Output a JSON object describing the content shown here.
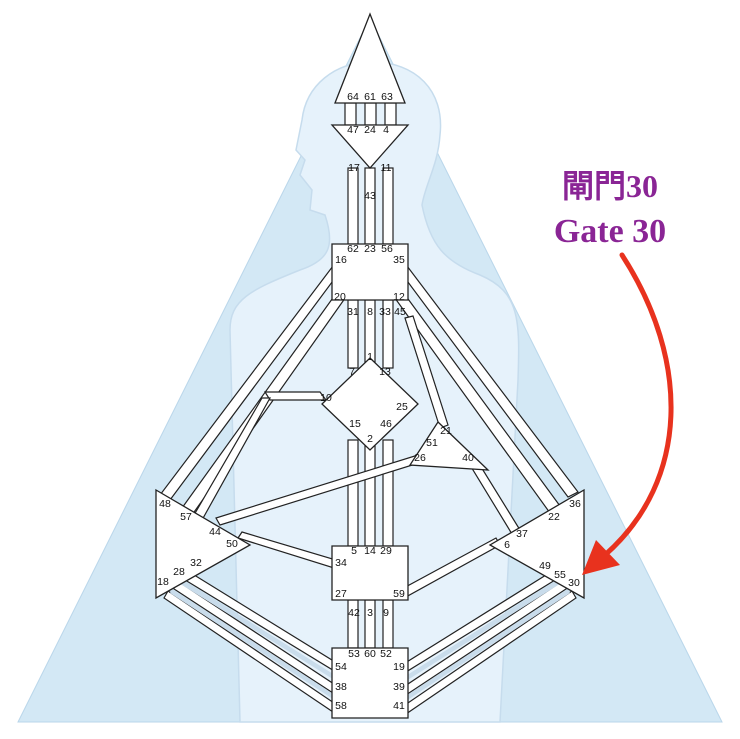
{
  "annotation": {
    "chinese": "閘門30",
    "english": "Gate 30",
    "color": "#8a2595",
    "arrow_color": "#e8321e"
  },
  "colors": {
    "background_triangle": "#d3e8f5",
    "silhouette": "#e6f2fb",
    "centers": "#ffffff",
    "stroke": "#222222",
    "channel_fill": "#c9dceb"
  },
  "gates": {
    "g64": "64",
    "g61": "61",
    "g63": "63",
    "g47": "47",
    "g24": "24",
    "g4": "4",
    "g17": "17",
    "g11": "11",
    "g43": "43",
    "g62": "62",
    "g23": "23",
    "g56": "56",
    "g16": "16",
    "g35": "35",
    "g20": "20",
    "g12": "12",
    "g31": "31",
    "g8": "8",
    "g33": "33",
    "g45": "45",
    "g1": "1",
    "g7": "7",
    "g13": "13",
    "g10": "10",
    "g25": "25",
    "g15": "15",
    "g46": "46",
    "g2": "2",
    "g21": "21",
    "g51": "51",
    "g26": "26",
    "g40": "40",
    "g48": "48",
    "g57": "57",
    "g44": "44",
    "g50": "50",
    "g32": "32",
    "g28": "28",
    "g18": "18",
    "g36": "36",
    "g22": "22",
    "g37": "37",
    "g6": "6",
    "g49": "49",
    "g55": "55",
    "g30": "30",
    "g5": "5",
    "g14": "14",
    "g29": "29",
    "g34": "34",
    "g27": "27",
    "g59": "59",
    "g42": "42",
    "g3": "3",
    "g9": "9",
    "g53": "53",
    "g60": "60",
    "g52": "52",
    "g54": "54",
    "g19": "19",
    "g38": "38",
    "g39": "39",
    "g58": "58",
    "g41": "41"
  }
}
